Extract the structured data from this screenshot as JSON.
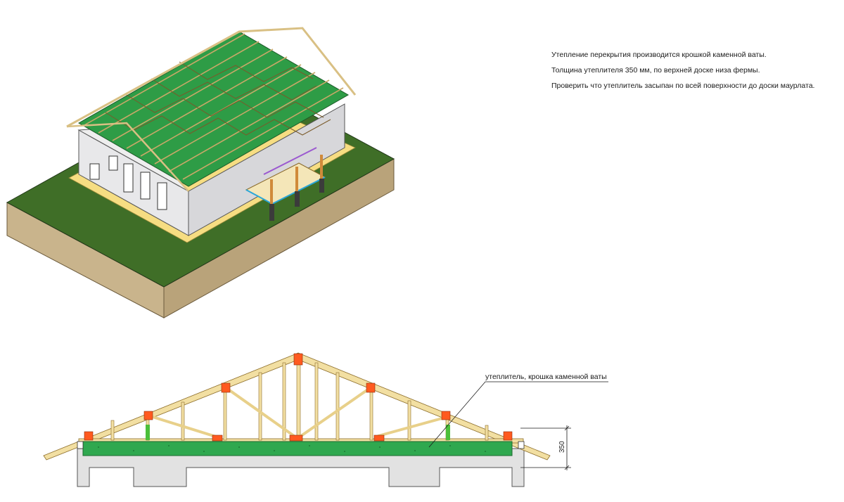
{
  "notes": [
    "Утепление перекрытия производится крошкой каменной ваты.",
    "Толщина утеплителя 350 мм, по верхней доске низа фермы.",
    "Проверить что утеплитель засыпан  по всей поверхности до доски маурлата."
  ],
  "section": {
    "insulation_label": "утеплитель, крошка каменной ваты",
    "dimension_value": "350"
  },
  "colors": {
    "grass": "#3f6e27",
    "soil": "#c8b38c",
    "wall": "#e8e8ea",
    "timber": "#f2dfa2",
    "insulation": "#2fa84f",
    "gusset": "#ff5a1f",
    "foundation": "#e2e2e2"
  }
}
